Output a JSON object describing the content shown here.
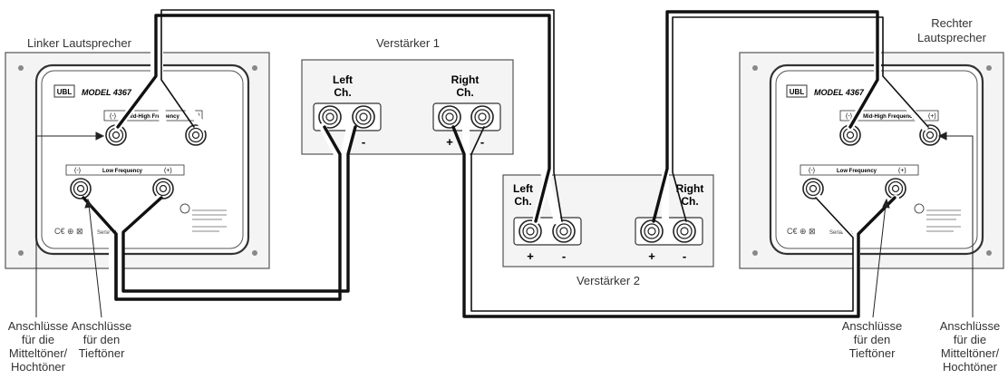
{
  "left_speaker": {
    "title": "Linker Lautsprecher",
    "brand": "UBL",
    "model": "MODEL 4367",
    "upper_terminal_label": "Mid-High Frequency",
    "lower_terminal_label": "Low Frequency",
    "neg_symbol": "(-)",
    "pos_symbol": "(+)",
    "serial": "Serial No."
  },
  "right_speaker": {
    "title_line1": "Rechter",
    "title_line2": "Lautsprecher",
    "brand": "UBL",
    "model": "MODEL 4367",
    "upper_terminal_label": "Mid-High Frequency",
    "lower_terminal_label": "Low Frequency",
    "neg_symbol": "(-)",
    "pos_symbol": "(+)",
    "serial": "Serial No."
  },
  "amp1": {
    "title": "Verstärker 1",
    "left_ch_line1": "Left",
    "left_ch_line2": "Ch.",
    "right_ch_line1": "Right",
    "right_ch_line2": "Ch.",
    "plus": "+",
    "minus": "-"
  },
  "amp2": {
    "title": "Verstärker 2",
    "left_ch_line1": "Left",
    "left_ch_line2": "Ch.",
    "right_ch_line1": "Right",
    "right_ch_line2": "Ch.",
    "plus": "+",
    "minus": "-"
  },
  "callouts": {
    "left_midhigh": [
      "Anschlüsse",
      "für die",
      "Mitteltöner/",
      "Hochtöner"
    ],
    "left_low": [
      "Anschlüsse",
      "für den",
      "Tieftöner"
    ],
    "right_low": [
      "Anschlüsse",
      "für den",
      "Tieftöner"
    ],
    "right_midhigh": [
      "Anschlüsse",
      "für die",
      "Mitteltöner/",
      "Hochtöner"
    ]
  },
  "colors": {
    "wire_black": "#111111",
    "wire_outline": "#ffffff",
    "panel_stroke": "#555555",
    "panel_fill": "#f4f4f4"
  }
}
